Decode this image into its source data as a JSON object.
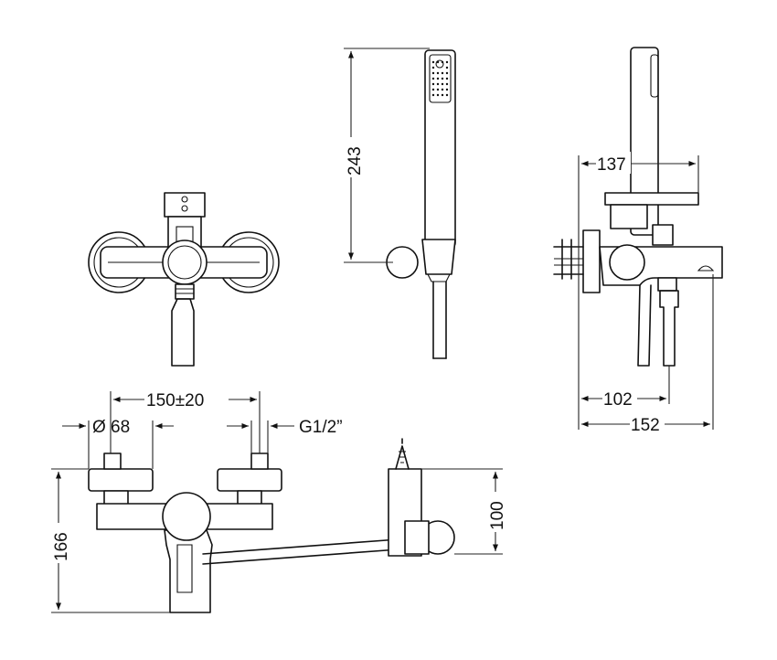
{
  "dimensions": {
    "handshower_height": "243",
    "wall_to_handle": "137",
    "wall_to_outlet": "102",
    "total_depth": "152",
    "centers": "150±20",
    "rosette_diameter": "Ø 68",
    "thread": "G1/2”",
    "total_height": "166",
    "holder_height": "100"
  },
  "colors": {
    "line": "#111111",
    "background": "#ffffff"
  }
}
